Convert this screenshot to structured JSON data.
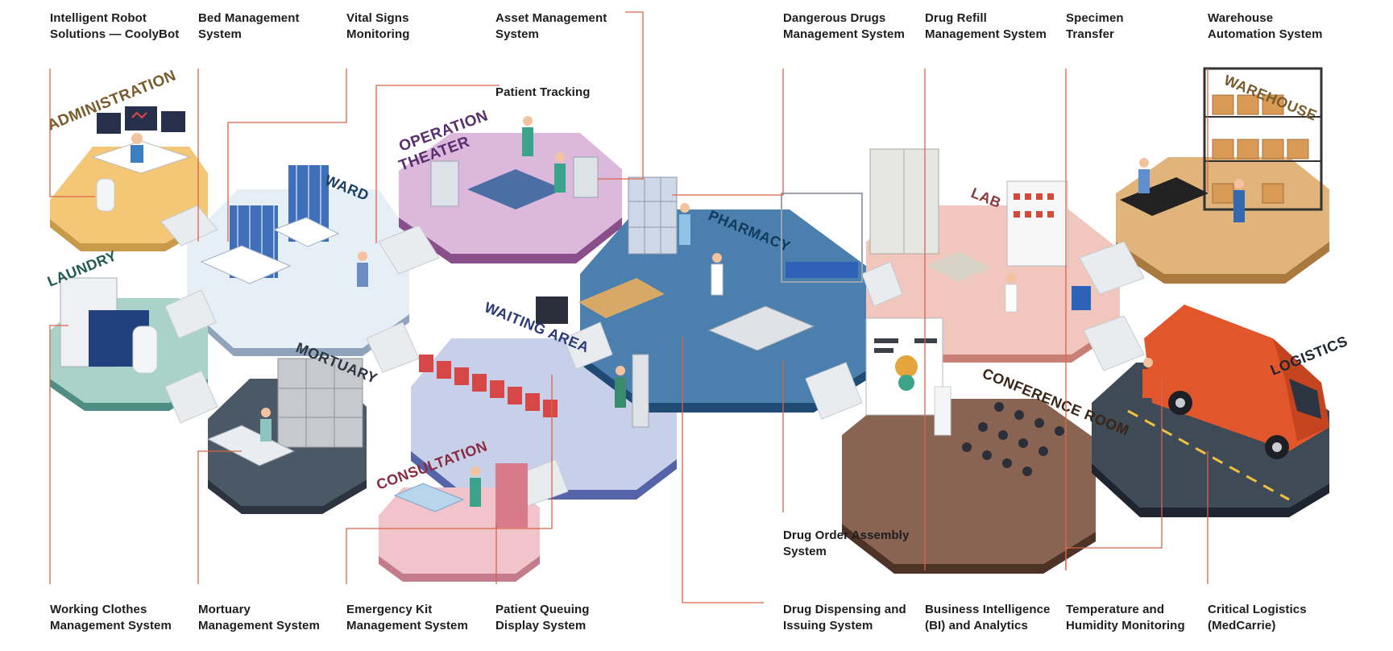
{
  "top_labels": [
    {
      "id": "coolybot",
      "text": "Intelligent Robot\nSolutions — CoolyBot"
    },
    {
      "id": "bed",
      "text": "Bed Management\nSystem"
    },
    {
      "id": "vital",
      "text": "Vital Signs\nMonitoring"
    },
    {
      "id": "asset",
      "text": "Asset Management\nSystem"
    },
    {
      "id": "dangerous",
      "text": "Dangerous Drugs\nManagement System"
    },
    {
      "id": "refill",
      "text": "Drug Refill\nManagement System"
    },
    {
      "id": "specimen",
      "text": "Specimen\nTransfer"
    },
    {
      "id": "warehouse-auto",
      "text": "Warehouse\nAutomation System"
    }
  ],
  "mid_labels": [
    {
      "id": "patient-tracking",
      "text": "Patient Tracking"
    },
    {
      "id": "drug-order",
      "text": "Drug Order Assembly\nSystem"
    }
  ],
  "bottom_labels": [
    {
      "id": "clothes",
      "text": "Working Clothes\nManagement System"
    },
    {
      "id": "mortuary-sys",
      "text": "Mortuary\nManagement System"
    },
    {
      "id": "emergency",
      "text": "Emergency Kit\nManagement System"
    },
    {
      "id": "queuing",
      "text": "Patient Queuing\nDisplay System"
    },
    {
      "id": "dispensing",
      "text": "Drug Dispensing and\nIssuing System"
    },
    {
      "id": "bi",
      "text": "Business Intelligence\n(BI) and Analytics"
    },
    {
      "id": "temp",
      "text": "Temperature and\nHumidity Monitoring"
    },
    {
      "id": "critical",
      "text": "Critical Logistics\n(MedCarrie)"
    }
  ],
  "zones": [
    {
      "id": "administration",
      "text": "ADMINISTRATION",
      "color": "#7a5a2a"
    },
    {
      "id": "ward",
      "text": "WARD",
      "color": "#1e3f66"
    },
    {
      "id": "operation-1",
      "text": "OPERATION",
      "color": "#5a2d6e"
    },
    {
      "id": "operation-2",
      "text": "THEATER",
      "color": "#5a2d6e"
    },
    {
      "id": "laundry",
      "text": "LAUNDRY",
      "color": "#1f5a52"
    },
    {
      "id": "mortuary",
      "text": "MORTUARY",
      "color": "#2c3440"
    },
    {
      "id": "waiting",
      "text": "WAITING AREA",
      "color": "#2b3a7a"
    },
    {
      "id": "consultation",
      "text": "CONSULTATION",
      "color": "#8a2a40"
    },
    {
      "id": "pharmacy",
      "text": "PHARMACY",
      "color": "#123a5c"
    },
    {
      "id": "lab",
      "text": "LAB",
      "color": "#8a3a3a"
    },
    {
      "id": "warehouse",
      "text": "WAREHOUSE",
      "color": "#7a5a2a"
    },
    {
      "id": "conference",
      "text": "CONFERENCE ROOM",
      "color": "#3a2418"
    },
    {
      "id": "logistics",
      "text": "LOGISTICS",
      "color": "#1c2430"
    }
  ],
  "colors": {
    "leader_line": "#d9644a",
    "admin_floor": "#f3c776",
    "ward_floor": "#e6eef6",
    "operation_floor": "#dcb8dc",
    "laundry_floor": "#a9d3c9",
    "mortuary_floor": "#4b5966",
    "waiting_floor": "#c8cfe8",
    "consultation_floor": "#f1c3cb",
    "pharmacy_floor": "#4a7fae",
    "lab_floor": "#f1c6bd",
    "warehouse_floor": "#e0b47a",
    "conference_floor": "#8a6452",
    "logistics_floor": "#3f4a57",
    "van": "#e2562c"
  }
}
